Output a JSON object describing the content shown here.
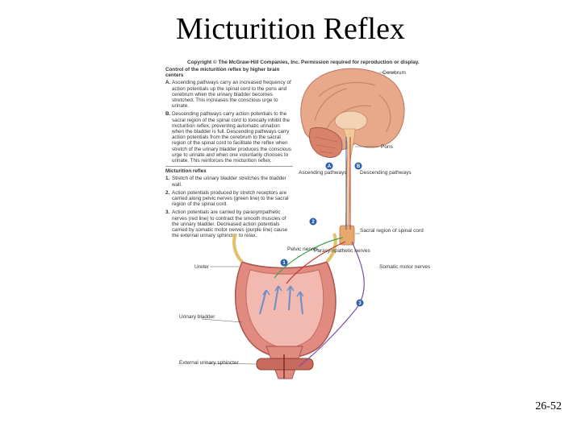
{
  "slide": {
    "title": "Micturition Reflex",
    "number": "26-52"
  },
  "figure": {
    "copyright": "Copyright © The McGraw-Hill Companies, Inc. Permission required for reproduction or display.",
    "control_header": "Control of the micturition reflex by higher brain centers",
    "control_items": [
      {
        "key": "A.",
        "text": "Ascending pathways carry an increased frequency of action potentials up the spinal cord to the pons and cerebrum when the urinary bladder becomes stretched. This increases the conscious urge to urinate."
      },
      {
        "key": "B.",
        "text": "Descending pathways carry action potentials to the sacral region of the spinal cord to tonically inhibit the micturition reflex, preventing automatic urination when the bladder is full. Descending pathways carry action potentials from the cerebrum to the sacral region of the spinal cord to facilitate the reflex when stretch of the urinary bladder produces the conscious urge to urinate and when one voluntarily chooses to urinate. This reinforces the micturition reflex."
      }
    ],
    "reflex_header": "Micturition reflex",
    "reflex_items": [
      {
        "key": "1.",
        "text": "Stretch of the urinary bladder stretches the bladder wall."
      },
      {
        "key": "2.",
        "text": "Action potentials produced by stretch receptors are carried along pelvic nerves (green line) to the sacral region of the spinal cord."
      },
      {
        "key": "3.",
        "text": "Action potentials are carried by parasympathetic nerves (red line) to contract the smooth muscles of the urinary bladder. Decreased action potentials carried by somatic motor nerves (purple line) cause the external urinary sphincter to relax."
      }
    ],
    "labels": {
      "cerebrum": "Cerebrum",
      "pons": "Pons",
      "ascending": "Ascending pathways",
      "descending": "Descending pathways",
      "sacral": "Sacral region of spinal cord",
      "pelvic": "Pelvic nerves",
      "parasympathetic": "Parasympathetic nerves",
      "somatic": "Somatic motor nerves",
      "ureter": "Ureter",
      "bladder": "Urinary bladder",
      "sphincter": "External urinary sphincter"
    },
    "markers": {
      "a": "A",
      "b": "B",
      "one": "1",
      "two": "2",
      "three": "3"
    },
    "colors": {
      "pelvic_nerve": "#3aa64a",
      "parasympathetic_nerve": "#c0392b",
      "somatic_nerve": "#7b4ea3",
      "bladder": "#e08a80",
      "spinal_cord": "#f1c99a"
    }
  }
}
